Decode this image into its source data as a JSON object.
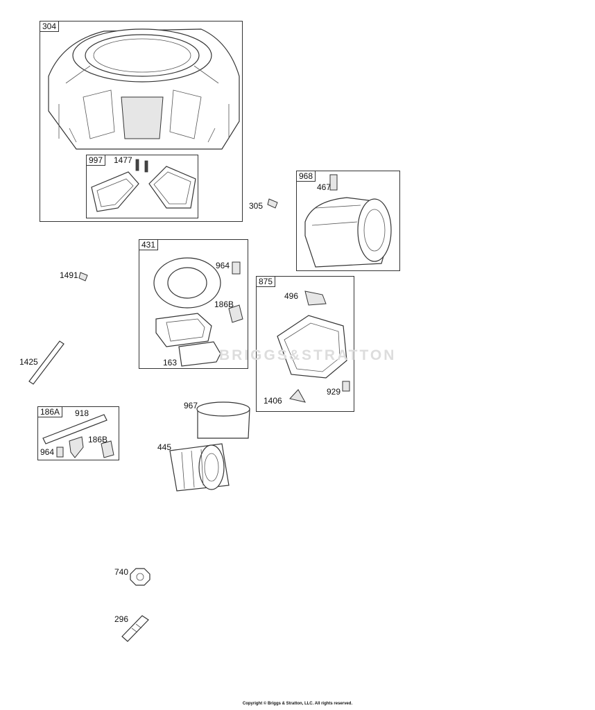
{
  "groups": {
    "g304": "304",
    "g997": "997",
    "g968": "968",
    "g431": "431",
    "g875": "875",
    "g186A": "186A"
  },
  "labels": {
    "p1477": "1477",
    "p467": "467",
    "p305": "305",
    "p964a": "964",
    "p1491": "1491",
    "p186Ba": "186B",
    "p496": "496",
    "p163": "163",
    "p1425": "1425",
    "p1406": "1406",
    "p929": "929",
    "p967": "967",
    "p918": "918",
    "p186Bb": "186B",
    "p964b": "964",
    "p445": "445",
    "p740": "740",
    "p296": "296"
  },
  "watermark": "BRIGGS&STRATTON",
  "copyright": "Copyright © Briggs & Stratton, LLC. All rights reserved."
}
